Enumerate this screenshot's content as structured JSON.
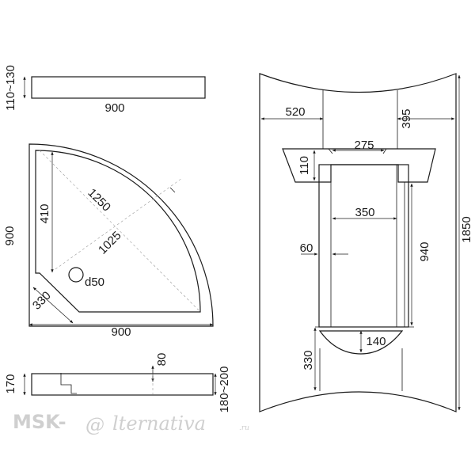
{
  "top_view": {
    "height_range": "110~130",
    "width": "900"
  },
  "plan_view": {
    "side_width": "900",
    "bottom_width": "900",
    "depth_410": "410",
    "radius_1250": "1250",
    "radius_1025": "1025",
    "cut_330": "330",
    "drain": "d50"
  },
  "side_view": {
    "height_170": "170",
    "depth_80": "80",
    "range_180_200": "180~200"
  },
  "wall_view": {
    "dim_520": "520",
    "dim_395": "395",
    "dim_275": "275",
    "dim_110": "110",
    "dim_350": "350",
    "dim_60": "60",
    "dim_940": "940",
    "dim_1850": "1850",
    "dim_140": "140",
    "dim_330": "330"
  },
  "watermark": {
    "brand": "MSK-",
    "at": "@",
    "rest": "lternativa",
    "tld": ".ru"
  }
}
